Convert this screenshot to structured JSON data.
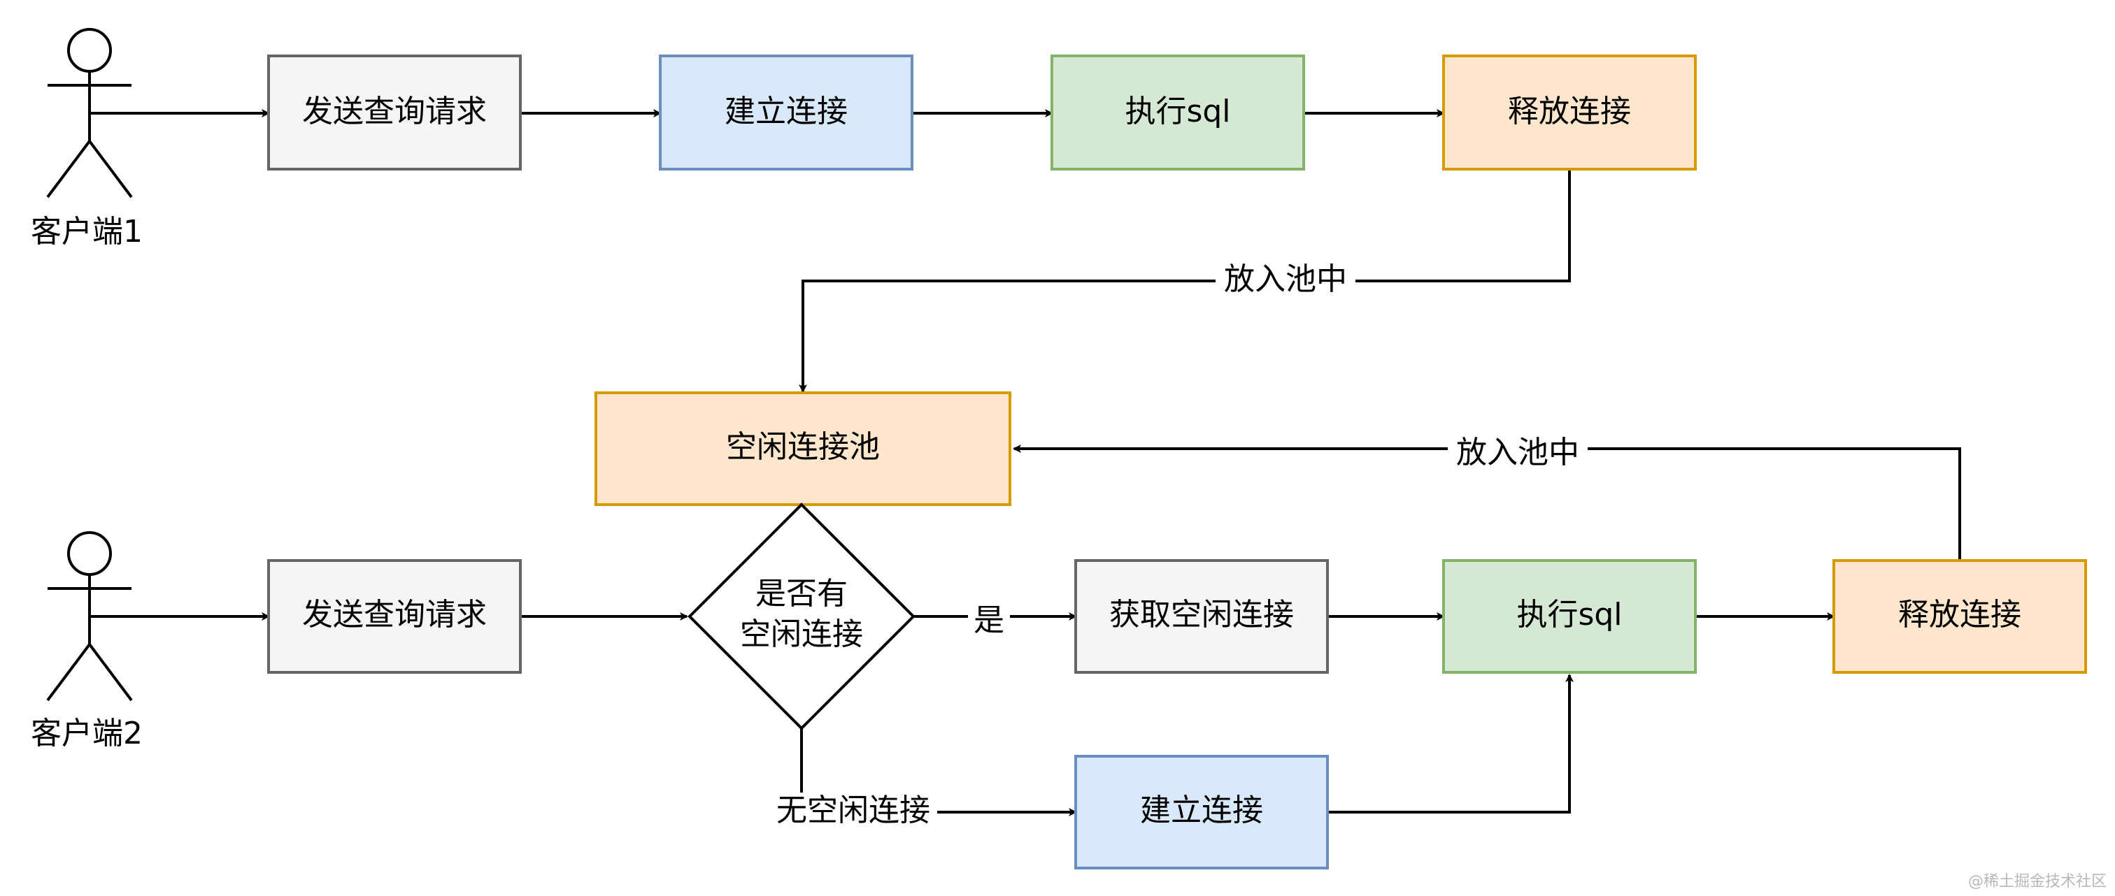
{
  "diagram": {
    "actors": {
      "client1": {
        "label": "客户端1"
      },
      "client2": {
        "label": "客户端2"
      }
    },
    "nodes": {
      "send_query_1": {
        "label": "发送查询请求",
        "fill": "#f5f5f5",
        "stroke": "#666666"
      },
      "establish_connection_1": {
        "label": "建立连接",
        "fill": "#dae8fc",
        "stroke": "#6c8ebf"
      },
      "execute_sql_1": {
        "label": "执行sql",
        "fill": "#d5e8d4",
        "stroke": "#82b366"
      },
      "release_connection_1": {
        "label": "释放连接",
        "fill": "#ffe6cc",
        "stroke": "#d79b00"
      },
      "idle_pool": {
        "label": "空闲连接池",
        "fill": "#ffe6cc",
        "stroke": "#d79b00"
      },
      "send_query_2": {
        "label": "发送查询请求",
        "fill": "#f5f5f5",
        "stroke": "#666666"
      },
      "decision_idle": {
        "line1": "是否有",
        "line2": "空闲连接",
        "fill": "#ffffff",
        "stroke": "#000000"
      },
      "get_idle_connection": {
        "label": "获取空闲连接",
        "fill": "#f5f5f5",
        "stroke": "#666666"
      },
      "execute_sql_2": {
        "label": "执行sql",
        "fill": "#d5e8d4",
        "stroke": "#82b366"
      },
      "release_connection_2": {
        "label": "释放连接",
        "fill": "#ffe6cc",
        "stroke": "#d79b00"
      },
      "establish_connection_2": {
        "label": "建立连接",
        "fill": "#dae8fc",
        "stroke": "#6c8ebf"
      }
    },
    "edge_labels": {
      "put_in_pool_1": "放入池中",
      "put_in_pool_2": "放入池中",
      "yes": "是",
      "no_idle": "无空闲连接"
    },
    "watermark": "@稀土掘金技术社区"
  }
}
